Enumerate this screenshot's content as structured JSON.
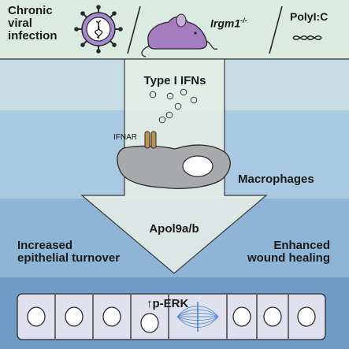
{
  "triggers": {
    "chronic_viral_infection": [
      "Chronic",
      "viral",
      "infection"
    ],
    "knockout_gene": "Irgm1",
    "knockout_superscript": "-/-",
    "agonist": "PolyI:C"
  },
  "signaling": {
    "cytokine": "Type I IFNs",
    "receptor": "IFNAR",
    "cell_type": "Macrophages",
    "mediator": "Apol9a/b"
  },
  "outcomes": {
    "left": [
      "Increased",
      "epithelial turnover"
    ],
    "right": [
      "Enhanced",
      "wound healing"
    ],
    "marker_arrow": "↑",
    "marker": "p-ERK"
  },
  "colors": {
    "top_band": "#dcebe1",
    "band_1": "#c6dde6",
    "band_2": "#a9c9e0",
    "band_3": "#8fb5d6",
    "band_4": "#6f9cc6",
    "arrow_fill": "#e7f0e6",
    "virus": "#a68ad0",
    "mouse": "#a57cc0",
    "receptor": "#b8944e",
    "macrophage": "#a7a9ac",
    "epithelium": "#dfe1ee"
  }
}
